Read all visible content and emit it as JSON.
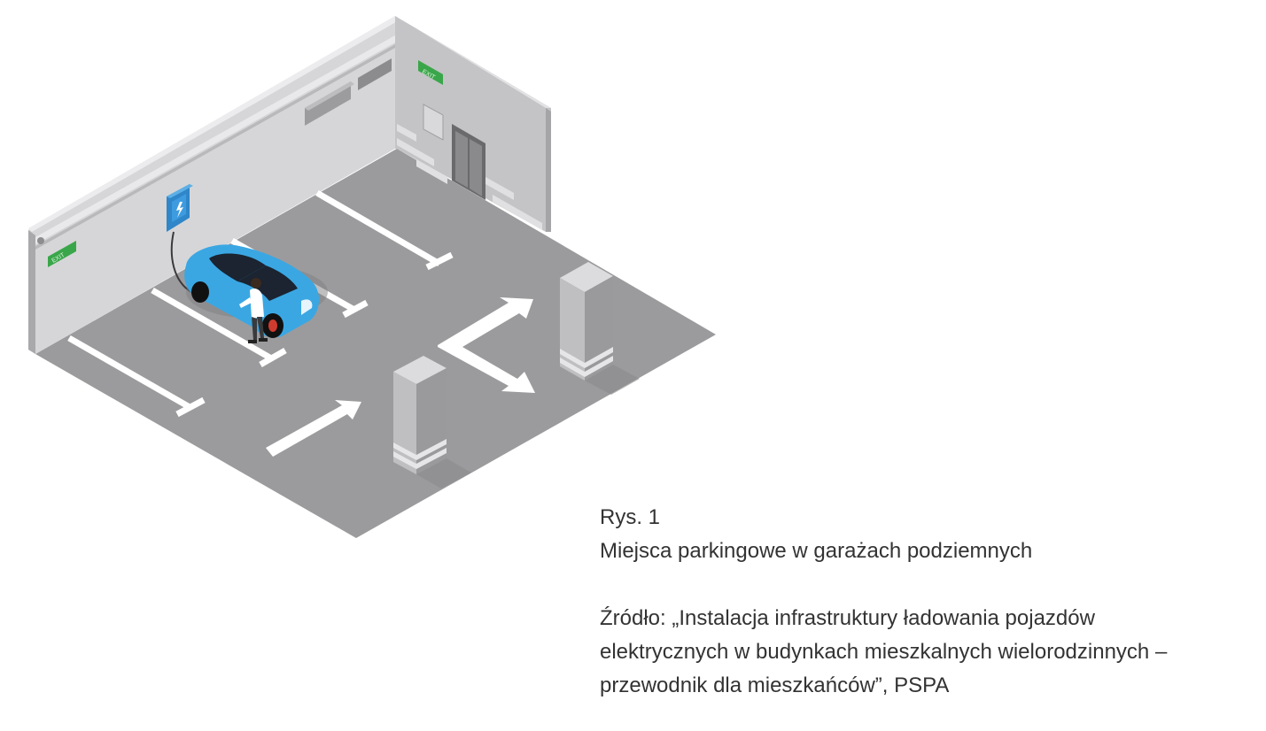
{
  "illustration": {
    "exit_sign_left": "EXIT",
    "exit_sign_right": "EXIT",
    "charger_symbol": "lightning-bolt-icon"
  },
  "caption": {
    "figure_label": "Rys. 1",
    "figure_title": "Miejsca parkingowe w garażach podziemnych",
    "source_lines": [
      "Źródło: „Instalacja infrastruktury ładowania pojazdów",
      "elektrycznych w budynkach mieszkalnych wielorodzinnych –",
      "przewodnik dla mieszkańców”, PSPA"
    ]
  },
  "colors": {
    "floor": "#9b9b9d",
    "wall_left": "#d6d6d8",
    "wall_right": "#c4c4c6",
    "car": "#3aa7e3",
    "charger": "#2f86c9",
    "exit_sign": "#3aa64a",
    "marking": "#ffffff",
    "caption_text": "#333333"
  }
}
